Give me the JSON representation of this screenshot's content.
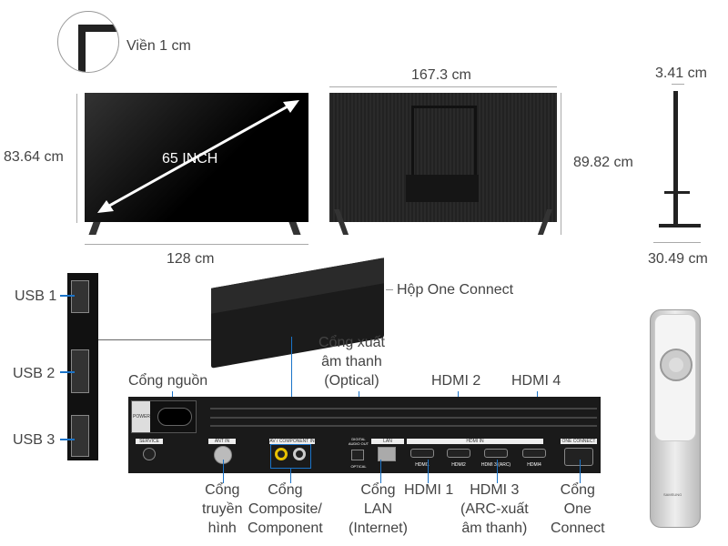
{
  "dimensions": {
    "bezel": "Viền 1 cm",
    "screen_size": "65 INCH",
    "front_height": "83.64 cm",
    "front_width": "128 cm",
    "back_width": "167.3 cm",
    "back_height": "89.82 cm",
    "side_depth": "3.41 cm",
    "stand_depth": "30.49 cm"
  },
  "ports": {
    "usb1": "USB 1",
    "usb2": "USB 2",
    "usb3": "USB 3",
    "one_connect_box": "Hộp One Connect",
    "power": "Cổng nguồn",
    "optical": "Cổng xuất\nâm thanh\n(Optical)",
    "hdmi2": "HDMI 2",
    "hdmi4": "HDMI 4",
    "antenna": "Cổng\ntruyền\nhình",
    "composite": "Cổng\nComposite/\nComponent",
    "lan": "Cổng\nLAN\n(Internet)",
    "hdmi1": "HDMI 1",
    "hdmi3": "HDMI 3\n(ARC-xuất\nâm thanh)",
    "one_connect_port": "Cổng\nOne\nConnect"
  },
  "panel_labels": {
    "power": "POWER",
    "service": "SERVICE",
    "ant_in": "ANT IN",
    "av_in": "AV / COMPONENT IN",
    "digital_audio": "DIGITAL AUDIO OUT",
    "optical": "OPTICAL",
    "lan": "LAN",
    "hdmi_in": "HDMI IN",
    "hdmi1": "HDMI1",
    "hdmi2": "HDMI2",
    "hdmi3": "HDMI 3 (ARC)",
    "hdmi4": "HDMI4",
    "one_connect": "ONE CONNECT"
  },
  "brand": "SAMSUNG"
}
